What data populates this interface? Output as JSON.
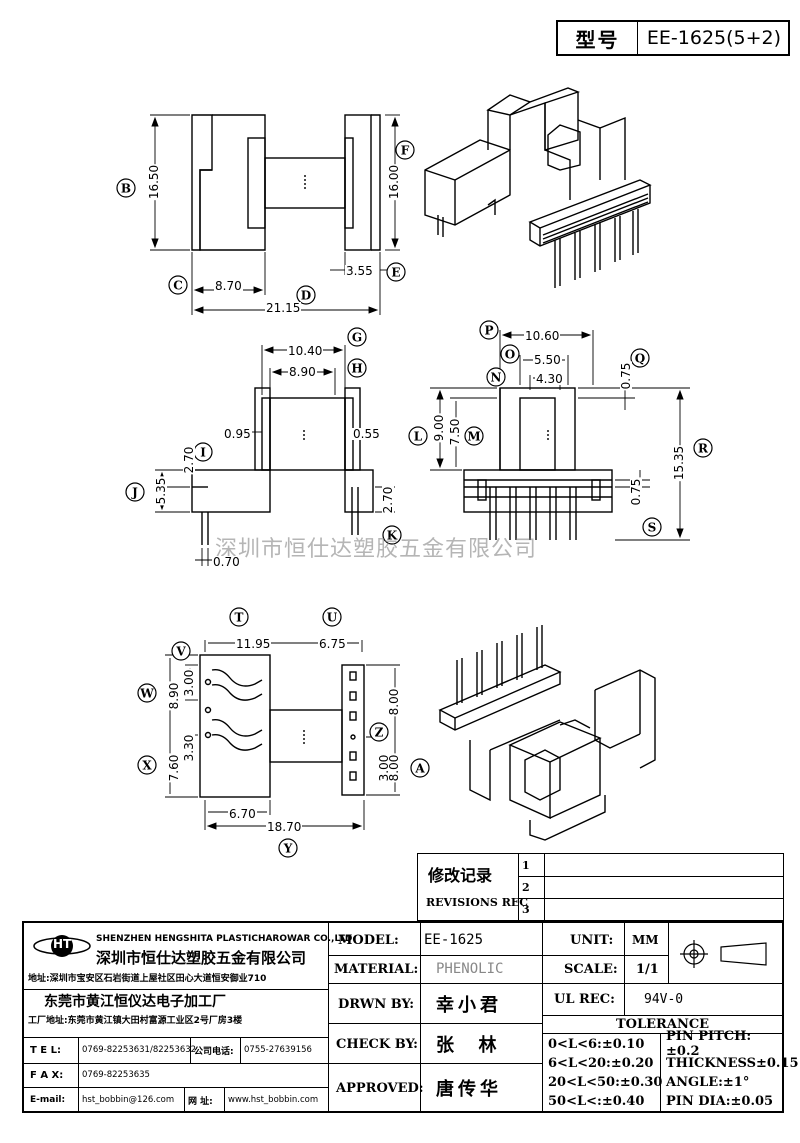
{
  "header": {
    "type_label": "型号",
    "type_value": "EE-1625(5+2)"
  },
  "watermark": "深圳市恒仕达塑胶五金有限公司",
  "dims": {
    "B": "16.50",
    "F": "16.00",
    "C": "8.70",
    "E": "3.55",
    "D": "21.15",
    "G": "10.40",
    "H": "8.90",
    "H_left": "0.95",
    "H_right": "0.55",
    "I": "2.70",
    "J": "5.35",
    "K": "2.70",
    "pin": "0.70",
    "P": "10.60",
    "O": "5.50",
    "N": "4.30",
    "Q": "0.75",
    "L": "9.00",
    "M": "7.50",
    "R": "15.35",
    "S": "0.75",
    "T": "11.95",
    "U": "6.75",
    "V": "3.00",
    "W": "8.90",
    "X_small": "3.30",
    "X": "7.60",
    "Z": "8.00",
    "A_small": "3.00",
    "A": "8.00",
    "bottom_left": "6.70",
    "Y": "18.70"
  },
  "letters": [
    "A",
    "B",
    "C",
    "D",
    "E",
    "F",
    "G",
    "H",
    "I",
    "J",
    "K",
    "L",
    "M",
    "N",
    "O",
    "P",
    "Q",
    "R",
    "S",
    "T",
    "U",
    "V",
    "W",
    "X",
    "Y",
    "Z"
  ],
  "revisions": {
    "title": "修改记录",
    "subtitle": "REVISIONS REC",
    "marks": [
      "1",
      "2",
      "3"
    ]
  },
  "company": {
    "logo_text": "HT",
    "en_name": "SHENZHEN HENGSHITA PLASTICHAROWAR CO.,LTD",
    "cn_name": "深圳市恒仕达塑胶五金有限公司",
    "address1": "地址:深圳市宝安区石岩街道上屋社区田心大道恒安御业710",
    "factory": "东莞市黄江恒仪达电子加工厂",
    "address2": "工厂地址:东莞市黄江镇大田村富源工业区2号厂房3楼",
    "tel_label": "T E L:",
    "tel": "0769-82253631/82253632",
    "tel2_label": "公司电话:",
    "tel2": "0755-27639156",
    "fax_label": "F A X:",
    "fax": "0769-82253635",
    "email_label": "E-mail:",
    "email": "hst_bobbin@126.com",
    "web_label": "网 址:",
    "web": "www.hst_bobbin.com"
  },
  "info": {
    "model_label": "MODEL:",
    "model": "EE-1625",
    "material_label": "MATERIAL:",
    "material": "PHENOLIC",
    "drawn_label": "DRWN BY:",
    "drawn": "幸小君",
    "check_label": "CHECK BY:",
    "check": "张  林",
    "approved_label": "APPROVED:",
    "approved": "唐传华",
    "unit_label": "UNIT:",
    "unit": "MM",
    "scale_label": "SCALE:",
    "scale": "1/1",
    "ul_label": "UL REC:",
    "ul": "94V-0",
    "tolerance_label": "TOLERANCE",
    "tol1": "0<L<6:±0.10",
    "tol2": "6<L<20:±0.20",
    "tol3": "20<L<50:±0.30",
    "tol4": "50<L<:±0.40",
    "pitch": "PIN PITCH:±0.2",
    "thickness": "THICKNESS±0.15",
    "angle": "ANGLE:±1°",
    "pindia": "PIN DIA:±0.05"
  }
}
